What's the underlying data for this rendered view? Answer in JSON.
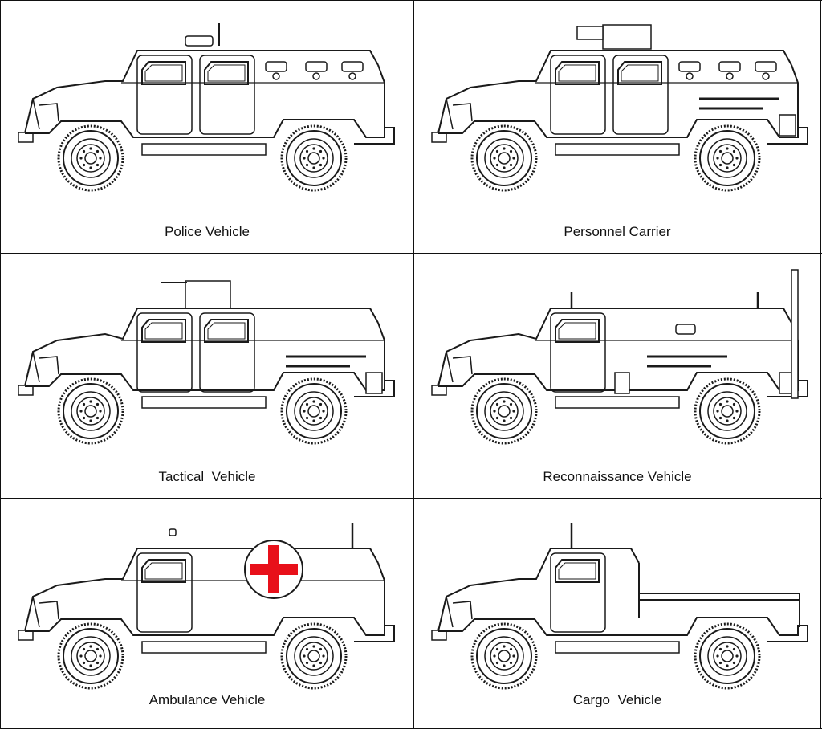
{
  "cells": [
    {
      "caption": "Police Vehicle",
      "variant": "police"
    },
    {
      "caption": "Personnel Carrier",
      "variant": "personnel"
    },
    {
      "caption": "Tactical  Vehicle",
      "variant": "tactical"
    },
    {
      "caption": "Reconnaissance Vehicle",
      "variant": "recon"
    },
    {
      "caption": "Ambulance Vehicle",
      "variant": "ambulance"
    },
    {
      "caption": "Cargo  Vehicle",
      "variant": "cargo"
    }
  ],
  "colors": {
    "line": "#1a1a1a",
    "cross": "#e8101a",
    "background": "#ffffff"
  }
}
